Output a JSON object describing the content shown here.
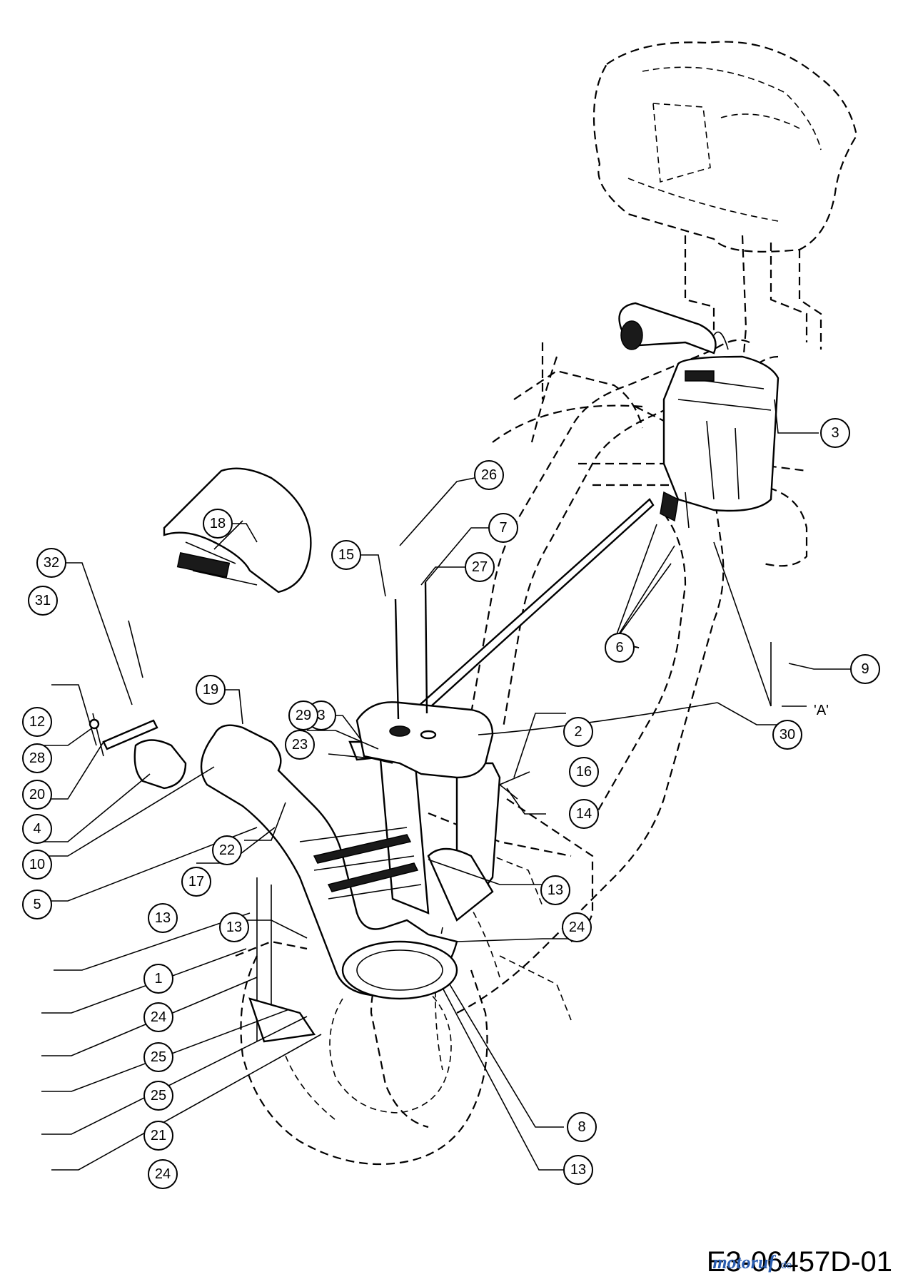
{
  "diagram": {
    "code": "E3-06457D-01",
    "ref_label": "'A'",
    "watermark": {
      "brand": "motoruf",
      "tld": ".de",
      "color_primary": "#2a5db0",
      "color_accent": "#e0a020"
    },
    "callouts": [
      "3",
      "26",
      "7",
      "18",
      "15",
      "27",
      "32",
      "6",
      "9",
      "31",
      "3",
      "30",
      "12",
      "19",
      "29",
      "2",
      "28",
      "23",
      "16",
      "20",
      "14",
      "4",
      "10",
      "22",
      "17",
      "13",
      "5",
      "13",
      "13",
      "24",
      "1",
      "24",
      "25",
      "25",
      "8",
      "21",
      "13",
      "24"
    ]
  }
}
